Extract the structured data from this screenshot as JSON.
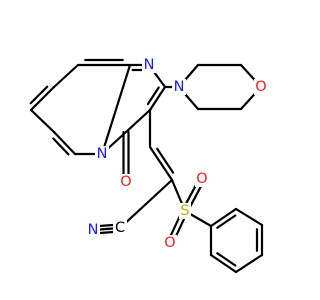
{
  "atom_colors": {
    "N": "#1a1aff",
    "O": "#ff1a1a",
    "S": "#b3b300",
    "C": "#000000"
  },
  "atom_labels": {
    "pyrimidine_n": "N",
    "ring_junction_n": "N",
    "morpholine_n": "N",
    "morpholine_o": "O",
    "carbonyl_o": "O",
    "nitrile_n": "N",
    "nitrile_c": "C",
    "sulfur": "S",
    "sulfonyl_o1": "O",
    "sulfonyl_o2": "O"
  }
}
